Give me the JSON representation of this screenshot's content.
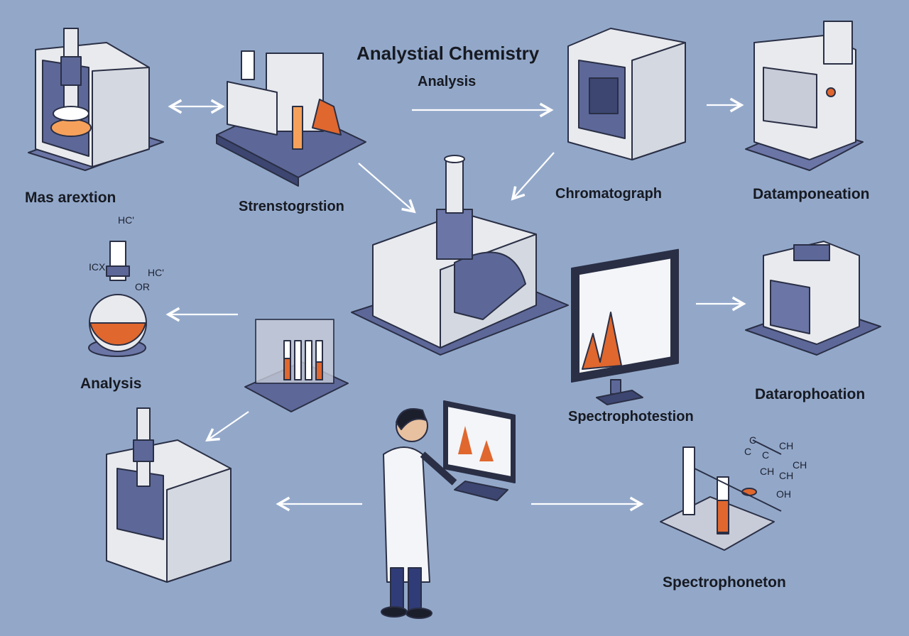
{
  "title": "Analystial Chemistry",
  "subtitle": "Analysis",
  "labels": {
    "mass_extraction": "Mas arextion",
    "strenstogrstion": "Strenstogrstion",
    "chromatograph": "Chromatograph",
    "datamponeation": "Datamponeation",
    "analysis": "Analysis",
    "spectrophotestion": "Spectrophotestion",
    "datarophoation": "Datarophoation",
    "spectrophoneton": "Spectrophoneton"
  },
  "flask_chem": [
    "HC'",
    "ICX",
    "HC'",
    "OR"
  ],
  "molecule_chem": [
    "C",
    "C",
    "C",
    "CH",
    "CH",
    "CH",
    "CH",
    "OH"
  ],
  "colors": {
    "background": "#93a8c9",
    "accent": "#e0672e",
    "device": "#e8eaee",
    "device_dark": "#5d6899"
  }
}
